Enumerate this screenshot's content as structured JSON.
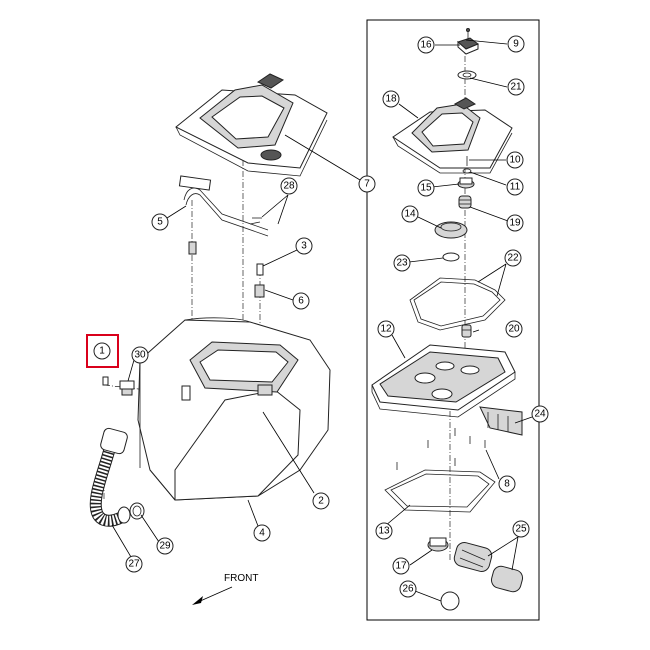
{
  "front_label": "FRONT",
  "highlight_color": "#d9001b",
  "callouts": [
    {
      "id": "c1",
      "label": "1"
    },
    {
      "id": "c2",
      "label": "2"
    },
    {
      "id": "c3",
      "label": "3"
    },
    {
      "id": "c4",
      "label": "4"
    },
    {
      "id": "c5",
      "label": "5"
    },
    {
      "id": "c6",
      "label": "6"
    },
    {
      "id": "c7",
      "label": "7"
    },
    {
      "id": "c8",
      "label": "8"
    },
    {
      "id": "c9",
      "label": "9"
    },
    {
      "id": "c10",
      "label": "10"
    },
    {
      "id": "c11",
      "label": "11"
    },
    {
      "id": "c12",
      "label": "12"
    },
    {
      "id": "c13",
      "label": "13"
    },
    {
      "id": "c14",
      "label": "14"
    },
    {
      "id": "c15",
      "label": "15"
    },
    {
      "id": "c16",
      "label": "16"
    },
    {
      "id": "c17",
      "label": "17"
    },
    {
      "id": "c18",
      "label": "18"
    },
    {
      "id": "c19",
      "label": "19"
    },
    {
      "id": "c20",
      "label": "20"
    },
    {
      "id": "c21",
      "label": "21"
    },
    {
      "id": "c22",
      "label": "22"
    },
    {
      "id": "c23",
      "label": "23"
    },
    {
      "id": "c24",
      "label": "24"
    },
    {
      "id": "c25",
      "label": "25"
    },
    {
      "id": "c26",
      "label": "26"
    },
    {
      "id": "c27",
      "label": "27"
    },
    {
      "id": "c28",
      "label": "28"
    },
    {
      "id": "c29",
      "label": "29"
    },
    {
      "id": "c30",
      "label": "30"
    }
  ]
}
